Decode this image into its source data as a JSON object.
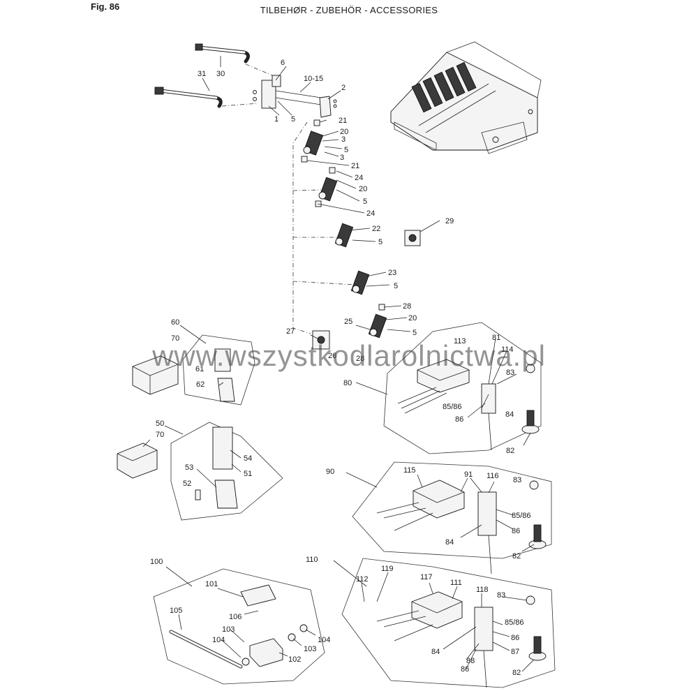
{
  "header": {
    "fig": "Fig. 86",
    "title": "TILBEHØR - ZUBEHÖR - ACCESSORIES"
  },
  "watermark": "www.wszystkodlarolnictwa.pl",
  "callouts": {
    "c30": "30",
    "c31": "31",
    "c6": "6",
    "c10_15": "10-15",
    "c2": "2",
    "c1": "1",
    "c5a": "5",
    "c21a": "21",
    "c20a": "20",
    "c3a": "3",
    "c5b": "5",
    "c3b": "3",
    "c21b": "21",
    "c24a": "24",
    "c20b": "20",
    "c5c": "5",
    "c24b": "24",
    "c22": "22",
    "c5d": "5",
    "c29": "29",
    "c23": "23",
    "c5e": "5",
    "c28a": "28",
    "c25": "25",
    "c20c": "20",
    "c5f": "5",
    "c27": "27",
    "c26": "26",
    "c28b": "28",
    "c60": "60",
    "c70a": "70",
    "c61": "61",
    "c62": "62",
    "c113": "113",
    "c81": "81",
    "c114": "114",
    "c83a": "83",
    "c80": "80",
    "c85_86a": "85/86",
    "c86a": "86",
    "c84a": "84",
    "c82a": "82",
    "c50": "50",
    "c70b": "70",
    "c54": "54",
    "c51": "51",
    "c53": "53",
    "c52": "52",
    "c90": "90",
    "c115": "115",
    "c91": "91",
    "c116": "116",
    "c83b": "83",
    "c85_86b": "85/86",
    "c86b": "86",
    "c84b": "84",
    "c82b": "82",
    "c100": "100",
    "c101": "101",
    "c106": "106",
    "c105": "105",
    "c103a": "103",
    "c104a": "104",
    "c104b": "104",
    "c103b": "103",
    "c102": "102",
    "c110": "110",
    "c112": "112",
    "c119": "119",
    "c117": "117",
    "c111": "111",
    "c118": "118",
    "c83c": "83",
    "c85_86c": "85/86",
    "c86c": "86",
    "c84c": "84",
    "c87": "87",
    "c88": "88",
    "c86d": "86",
    "c82c": "82"
  }
}
